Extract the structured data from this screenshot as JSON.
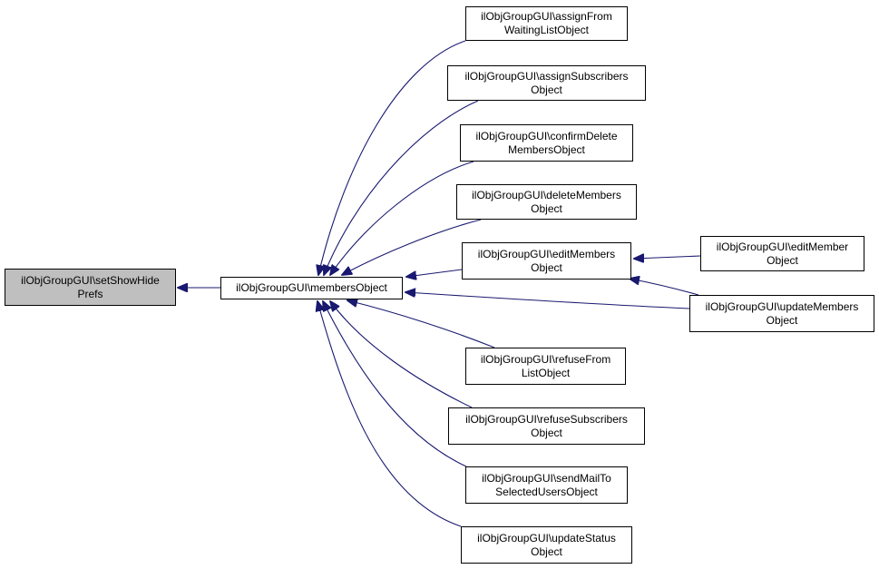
{
  "diagram": {
    "type": "doxygen-caller-graph",
    "edge_color": "#191970",
    "root_fill": "#bfbfbf",
    "nodes": [
      {
        "id": "setShowHidePrefs",
        "lines": [
          "ilObjGroupGUI\\setShowHide",
          "Prefs"
        ],
        "root": true
      },
      {
        "id": "membersObject",
        "lines": [
          "ilObjGroupGUI\\membersObject"
        ]
      },
      {
        "id": "assignFromWaitingListObject",
        "lines": [
          "ilObjGroupGUI\\assignFrom",
          "WaitingListObject"
        ]
      },
      {
        "id": "assignSubscribersObject",
        "lines": [
          "ilObjGroupGUI\\assignSubscribers",
          "Object"
        ]
      },
      {
        "id": "confirmDeleteMembersObject",
        "lines": [
          "ilObjGroupGUI\\confirmDelete",
          "MembersObject"
        ]
      },
      {
        "id": "deleteMembersObject",
        "lines": [
          "ilObjGroupGUI\\deleteMembers",
          "Object"
        ]
      },
      {
        "id": "editMembersObject",
        "lines": [
          "ilObjGroupGUI\\editMembers",
          "Object"
        ]
      },
      {
        "id": "refuseFromListObject",
        "lines": [
          "ilObjGroupGUI\\refuseFrom",
          "ListObject"
        ]
      },
      {
        "id": "refuseSubscribersObject",
        "lines": [
          "ilObjGroupGUI\\refuseSubscribers",
          "Object"
        ]
      },
      {
        "id": "sendMailToSelectedUsersObject",
        "lines": [
          "ilObjGroupGUI\\sendMailTo",
          "SelectedUsersObject"
        ]
      },
      {
        "id": "updateStatusObject",
        "lines": [
          "ilObjGroupGUI\\updateStatus",
          "Object"
        ]
      },
      {
        "id": "editMemberObject",
        "lines": [
          "ilObjGroupGUI\\editMember",
          "Object"
        ]
      },
      {
        "id": "updateMembersObject",
        "lines": [
          "ilObjGroupGUI\\updateMembers",
          "Object"
        ]
      }
    ],
    "edges": [
      {
        "from": "membersObject",
        "to": "setShowHidePrefs"
      },
      {
        "from": "assignFromWaitingListObject",
        "to": "membersObject"
      },
      {
        "from": "assignSubscribersObject",
        "to": "membersObject"
      },
      {
        "from": "confirmDeleteMembersObject",
        "to": "membersObject"
      },
      {
        "from": "deleteMembersObject",
        "to": "membersObject"
      },
      {
        "from": "editMembersObject",
        "to": "membersObject"
      },
      {
        "from": "updateMembersObject",
        "to": "membersObject"
      },
      {
        "from": "refuseFromListObject",
        "to": "membersObject"
      },
      {
        "from": "refuseSubscribersObject",
        "to": "membersObject"
      },
      {
        "from": "sendMailToSelectedUsersObject",
        "to": "membersObject"
      },
      {
        "from": "updateStatusObject",
        "to": "membersObject"
      },
      {
        "from": "editMemberObject",
        "to": "editMembersObject"
      },
      {
        "from": "updateMembersObject",
        "to": "editMembersObject"
      }
    ]
  }
}
